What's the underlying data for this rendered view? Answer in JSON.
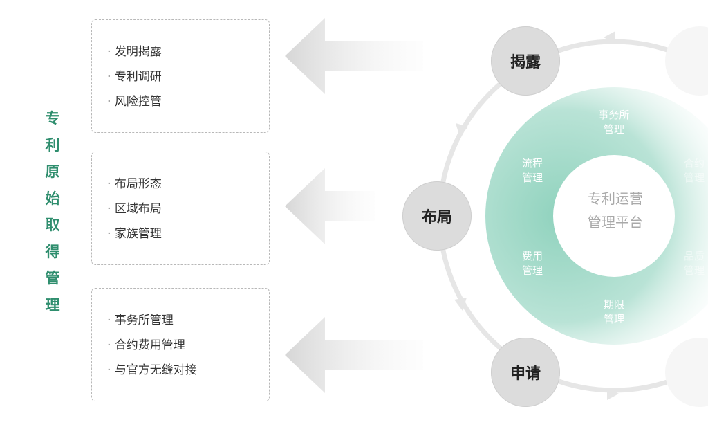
{
  "colors": {
    "accent": "#2f8e6e",
    "teal": "#bfe6da",
    "node": "#dcdcdc"
  },
  "title_chars": [
    "专",
    "利",
    "原",
    "始",
    "取",
    "得",
    "管",
    "理"
  ],
  "boxes": [
    {
      "items": [
        "发明揭露",
        "专利调研",
        "风险控管"
      ]
    },
    {
      "items": [
        "布局形态",
        "区域布局",
        "家族管理"
      ]
    },
    {
      "items": [
        "事务所管理",
        "合约费用管理",
        "与官方无缝对接"
      ]
    }
  ],
  "nodes": {
    "top": "揭露",
    "left": "布局",
    "bottom": "申请"
  },
  "ring_segments": {
    "s1": [
      "事务所",
      "管理"
    ],
    "s2": [
      "流程",
      "管理"
    ],
    "s3": [
      "费用",
      "管理"
    ],
    "s4": [
      "期限",
      "管理"
    ],
    "s5": [
      "合约",
      "管理"
    ],
    "s6": [
      "品质",
      "管理"
    ]
  },
  "center": [
    "专利运营",
    "管理平台"
  ]
}
